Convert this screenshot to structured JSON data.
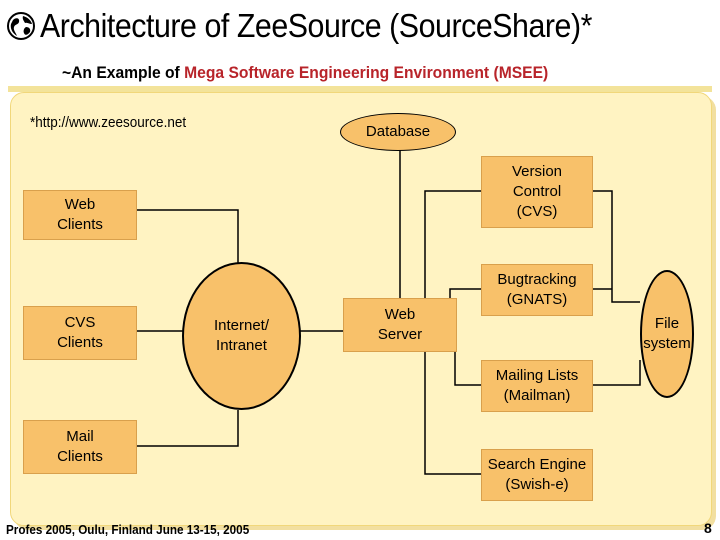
{
  "header": {
    "title": "Architecture of ZeeSource (SourceShare)*",
    "subtitle_prefix": "~An Example of ",
    "subtitle_accent": "Mega Software Engineering Environment (MSEE)"
  },
  "note_url": "*http://www.zeesource.net",
  "nodes": {
    "web_clients": "Web\nClients",
    "cvs_clients": "CVS\nClients",
    "mail_clients": "Mail\nClients",
    "internet": "Internet/\nIntranet",
    "web_server": "Web\nServer",
    "database": "Database",
    "version_control": "Version\nControl\n(CVS)",
    "bugtracking": "Bugtracking\n(GNATS)",
    "mailing_lists": "Mailing Lists\n(Mailman)",
    "search_engine": "Search Engine\n(Swish-e)",
    "file_system": "File\nsystem"
  },
  "footer": {
    "left": "Profes 2005, Oulu, Finland June 13-15, 2005",
    "page": "8"
  },
  "colors": {
    "accent": "#b8242a",
    "panel": "#fff3c2",
    "node_fill": "#f8c16a"
  }
}
